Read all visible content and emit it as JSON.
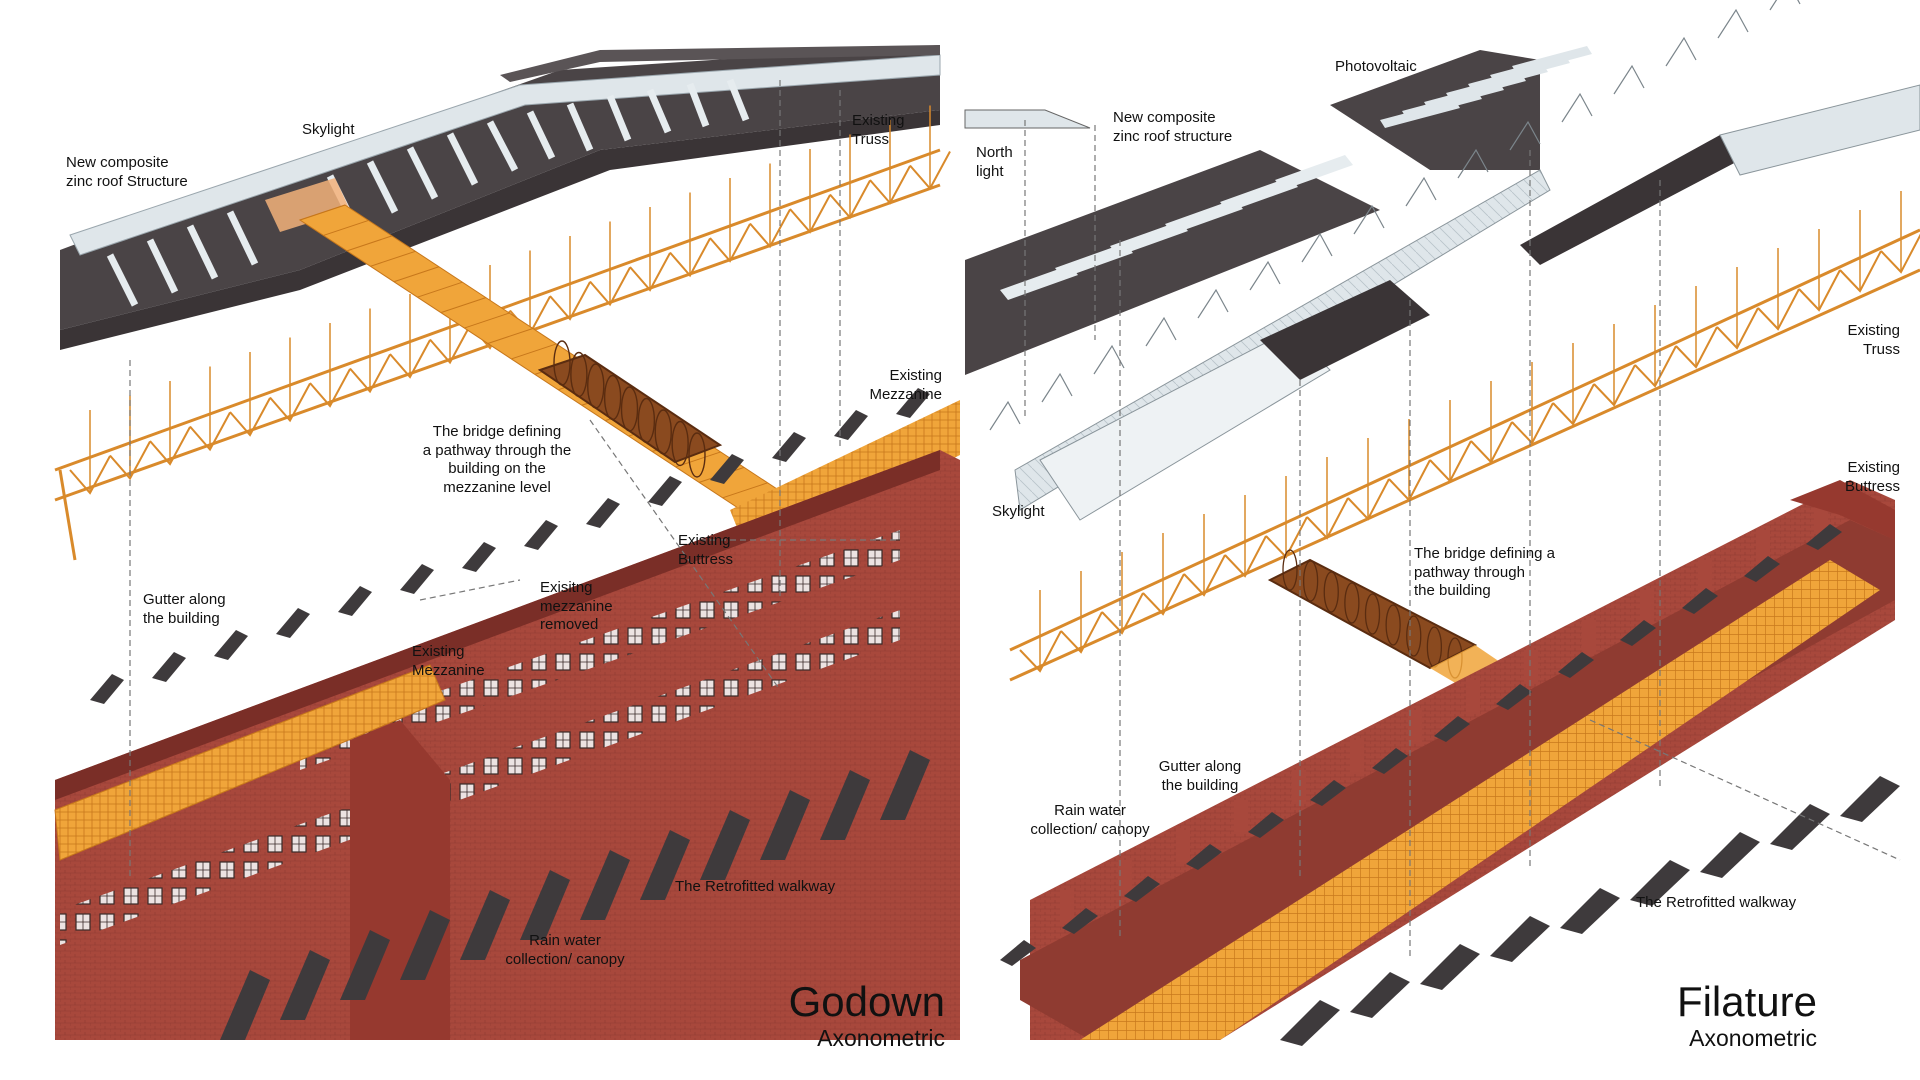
{
  "panels": [
    {
      "id": "godown",
      "title": "Godown",
      "subtitle": "Axonometric",
      "labels": {
        "new_roof": "New composite\nzinc roof Structure",
        "skylight": "Skylight",
        "existing_truss": "Existing\nTruss",
        "existing_mezzanine_right": "Existing\nMezzanine",
        "bridge": "The bridge defining\na pathway through the\nbuilding on the\nmezzanine level",
        "existing_buttress": "Existing\nButtress",
        "gutter": "Gutter along\nthe building",
        "mezzanine_removed": "Exisitng\nmezzanine\nremoved",
        "existing_mezzanine_left": "Existing\nMezzanine",
        "walkway": "The Retrofitted walkway",
        "rain_water": "Rain water\ncollection/ canopy"
      }
    },
    {
      "id": "filature",
      "title": "Filature",
      "subtitle": "Axonometric",
      "labels": {
        "photovoltaic": "Photovoltaic",
        "new_roof": "New composite\nzinc roof structure",
        "north_light": "North\nlight",
        "existing_truss": "Existing\nTruss",
        "existing_buttress": "Existing\nButtress",
        "skylight": "Skylight",
        "bridge": "The bridge defining a\npathway through\nthe building",
        "gutter": "Gutter along\nthe building",
        "rain_water": "Rain water\ncollection/ canopy",
        "walkway": "The Retrofitted walkway"
      }
    }
  ],
  "colors": {
    "brick": "#a8483c",
    "brick_dark": "#7a2e27",
    "roof_dark": "#4a4446",
    "skylight_glass": "#dfe6ea",
    "truss_orange": "#d98a2b",
    "mezzanine_orange": "#f0a53a",
    "canopy_dark": "#3e3a3c",
    "leader_line": "#777777"
  }
}
